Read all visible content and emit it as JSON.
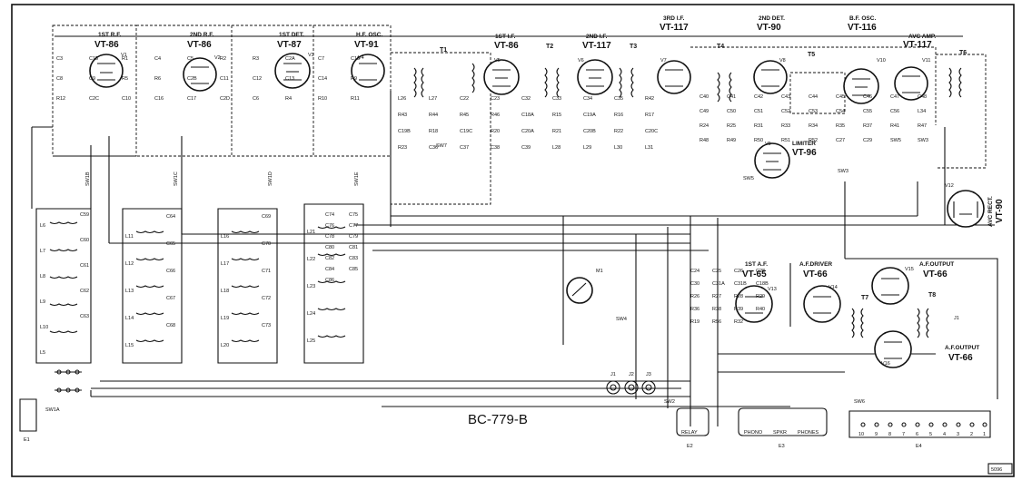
{
  "diagram": {
    "title": "BC-779-B",
    "sheet_number": "5096",
    "tubes": [
      {
        "ref": "V1",
        "stage": "1ST R.F.",
        "type": "VT-86"
      },
      {
        "ref": "V2",
        "stage": "2ND R.F.",
        "type": "VT-86"
      },
      {
        "ref": "V3",
        "stage": "1ST DET.",
        "type": "VT-87"
      },
      {
        "ref": "V4",
        "stage": "H.F. OSC.",
        "type": "VT-91"
      },
      {
        "ref": "V5",
        "stage": "1ST I.F.",
        "type": "VT-86"
      },
      {
        "ref": "V6",
        "stage": "2ND I.F.",
        "type": "VT-117"
      },
      {
        "ref": "V7",
        "stage": "3RD I.F.",
        "type": "VT-117"
      },
      {
        "ref": "V8",
        "stage": "2ND DET.",
        "type": "VT-90"
      },
      {
        "ref": "V10",
        "stage": "B.F. OSC.",
        "type": "VT-116"
      },
      {
        "ref": "V11",
        "stage": "AVC AMP.",
        "type": "VT-117"
      },
      {
        "ref": "V9",
        "stage": "LIMITER",
        "type": "VT-96"
      },
      {
        "ref": "V12",
        "stage": "AVC RECT.",
        "type": "VT-90"
      },
      {
        "ref": "V13",
        "stage": "1ST A.F.",
        "type": "VT-65"
      },
      {
        "ref": "V14",
        "stage": "A.F.DRIVER",
        "type": "VT-66"
      },
      {
        "ref": "V15",
        "stage": "A.F.OUTPUT",
        "type": "VT-66"
      },
      {
        "ref": "V16",
        "stage": "A.F.OUTPUT",
        "type": "VT-66"
      }
    ],
    "transformers": [
      "T1",
      "T2",
      "T3",
      "T4",
      "T5",
      "T6",
      "T7",
      "T8"
    ],
    "switches": [
      "SW1A",
      "SW1B",
      "SW1C",
      "SW1D",
      "SW1E",
      "SW2",
      "SW3",
      "SW4",
      "SW5",
      "SW6",
      "SW7"
    ],
    "meter": "M1",
    "jacks": [
      "J1",
      "J1",
      "J2",
      "J3"
    ],
    "jack_labels": [
      "J1",
      "J2",
      "J3"
    ],
    "output_jack": "J1",
    "relay": {
      "label": "RELAY",
      "ref": "E2"
    },
    "terminal_e3": {
      "labels": [
        "PHONO",
        "SPKR",
        "PHONES"
      ],
      "ref": "E3"
    },
    "terminal_e4": {
      "numbers": [
        "10",
        "9",
        "8",
        "7",
        "6",
        "5",
        "4",
        "3",
        "2",
        "1"
      ],
      "ref": "E4"
    },
    "e1_ref": "E1",
    "coil_refs_a": [
      "L6",
      "L7",
      "L8",
      "L9",
      "L10",
      "L5"
    ],
    "coil_refs_b": [
      "L11",
      "L12",
      "L13",
      "L14",
      "L15"
    ],
    "coil_refs_c": [
      "L16",
      "L17",
      "L18",
      "L19",
      "L20"
    ],
    "coil_refs_d": [
      "L21",
      "L22",
      "L23",
      "L24",
      "L25"
    ],
    "cap_refs_a": [
      "C59",
      "C60",
      "C61",
      "C62",
      "C63"
    ],
    "cap_refs_b": [
      "C64",
      "C65",
      "C66",
      "C67",
      "C68"
    ],
    "cap_refs_c": [
      "C69",
      "C70",
      "C71",
      "C72",
      "C73"
    ],
    "cap_refs_d": [
      "C74",
      "C75",
      "C76",
      "C77",
      "C78",
      "C79",
      "C80",
      "C81",
      "C82",
      "C83",
      "C84",
      "C85",
      "C86"
    ],
    "rf_parts": [
      "C3",
      "C15",
      "R1",
      "C4",
      "C5",
      "R2",
      "R3",
      "C2A",
      "C7",
      "C18",
      "C8",
      "C9",
      "R5",
      "R6",
      "C2B",
      "C11",
      "C12",
      "C13",
      "C14",
      "R9",
      "R12",
      "C2C",
      "C10",
      "C16",
      "C17",
      "C2D",
      "C6",
      "R4",
      "R10",
      "R11"
    ],
    "if_parts": [
      "L26",
      "L27",
      "C22",
      "C23",
      "C32",
      "C33",
      "C34",
      "C35",
      "R42",
      "R43",
      "R44",
      "R45",
      "R46",
      "C18A",
      "R15",
      "C19A",
      "R16",
      "R17",
      "C19B",
      "R18",
      "C19C",
      "R20",
      "C20A",
      "R21",
      "C20B",
      "R22",
      "C20C",
      "R23",
      "C36",
      "C37",
      "C38",
      "C39",
      "L28",
      "L29",
      "L30",
      "L31"
    ],
    "det_parts": [
      "C40",
      "C41",
      "C42",
      "C43",
      "C44",
      "C45",
      "C46",
      "C47",
      "C48",
      "C49",
      "C50",
      "C51",
      "C52",
      "C53",
      "C54",
      "C55",
      "C56",
      "L34",
      "R24",
      "R25",
      "R31",
      "R33",
      "R34",
      "R35",
      "R37",
      "R41",
      "R47",
      "R48",
      "R49",
      "R50",
      "R51",
      "R52",
      "C27",
      "C29",
      "SW5",
      "SW3"
    ],
    "af_parts": [
      "C24",
      "C25",
      "C26",
      "C28",
      "C30",
      "C31A",
      "C31B",
      "C18B",
      "R26",
      "R27",
      "R28",
      "R29",
      "R36",
      "R38",
      "R39",
      "R40",
      "R19",
      "R56",
      "R32"
    ]
  }
}
